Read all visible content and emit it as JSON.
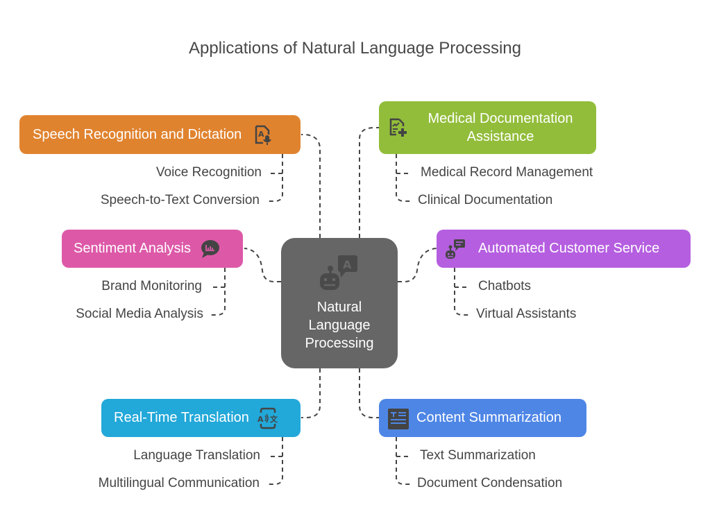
{
  "title": "Applications of Natural Language Processing",
  "center": {
    "label": "Natural Language Processing",
    "icon": "robot-chat-icon",
    "color": "#666666"
  },
  "branches": [
    {
      "id": "speech",
      "label": "Speech Recognition and Dictation",
      "icon": "document-microphone-icon",
      "color": "#e0832f",
      "items": [
        "Voice Recognition",
        "Speech-to-Text Conversion"
      ]
    },
    {
      "id": "medical",
      "label": "Medical Documentation Assistance",
      "icon": "medical-document-plus-icon",
      "color": "#92bd3a",
      "items": [
        "Medical Record Management",
        "Clinical Documentation"
      ]
    },
    {
      "id": "sentiment",
      "label": "Sentiment Analysis",
      "icon": "chat-bar-chart-icon",
      "color": "#dd59a8",
      "items": [
        "Brand Monitoring",
        "Social Media Analysis"
      ]
    },
    {
      "id": "customer",
      "label": "Automated Customer Service",
      "icon": "robot-message-icon",
      "color": "#b55ee0",
      "items": [
        "Chatbots",
        "Virtual Assistants"
      ]
    },
    {
      "id": "translation",
      "label": "Real-Time Translation",
      "icon": "phone-translate-icon",
      "color": "#22a8d9",
      "items": [
        "Language Translation",
        "Multilingual Communication"
      ]
    },
    {
      "id": "summarization",
      "label": "Content Summarization",
      "icon": "text-document-icon",
      "color": "#4e86e6",
      "items": [
        "Text Summarization",
        "Document Condensation"
      ]
    }
  ]
}
